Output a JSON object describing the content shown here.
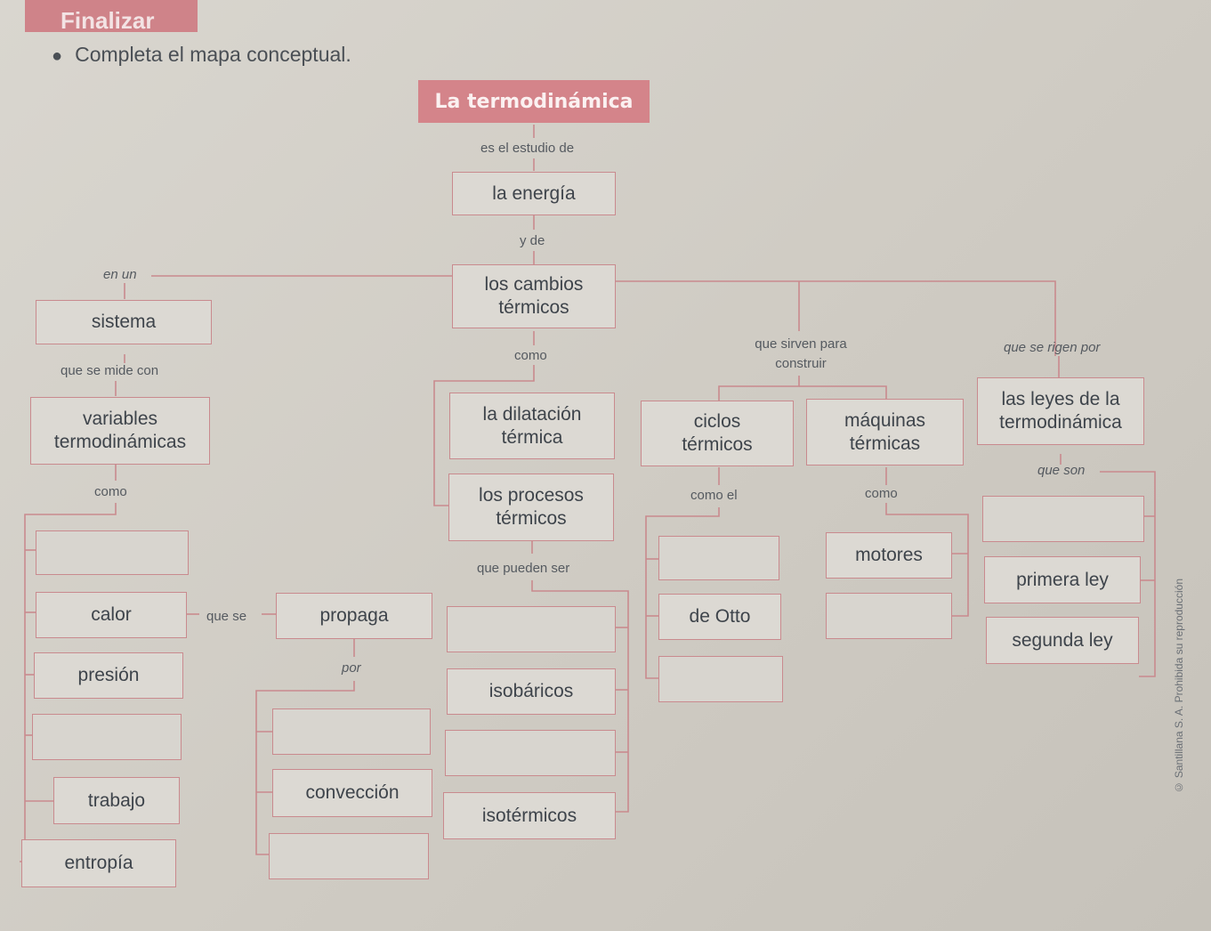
{
  "header": {
    "tab_label": "Finalizar",
    "instruction": "Completa el mapa conceptual."
  },
  "map": {
    "title": "La termodinámica",
    "boxes": {
      "energia": "la energía",
      "cambios": "los cambios térmicos",
      "sistema": "sistema",
      "variables": "variables termodinámicas",
      "dilatacion": "la dilatación térmica",
      "procesos": "los procesos térmicos",
      "ciclos": "ciclos térmicos",
      "maquinas": "máquinas térmicas",
      "leyes": "las leyes de la termodinámica",
      "calor": "calor",
      "presion": "presión",
      "trabajo": "trabajo",
      "entropia": "entropía",
      "propaga": "propaga",
      "conveccion": "convección",
      "isobaricos": "isobáricos",
      "isotermicos": "isotérmicos",
      "otto": "de Otto",
      "motores": "motores",
      "primera": "primera ley",
      "segunda": "segunda ley"
    },
    "links": {
      "estudio": "es el estudio de",
      "yde": "y de",
      "enun": "en un",
      "mide": "que se mide con",
      "como1": "como",
      "como2": "como",
      "sirven": "que sirven para construir",
      "rigen": "que se rigen por",
      "pueden": "que pueden ser",
      "quese": "que se",
      "por": "por",
      "comoel": "como el",
      "como3": "como",
      "queson": "que son"
    }
  },
  "footer": {
    "side_text": "© Santillana S. A. Prohibida su reproducción"
  }
}
